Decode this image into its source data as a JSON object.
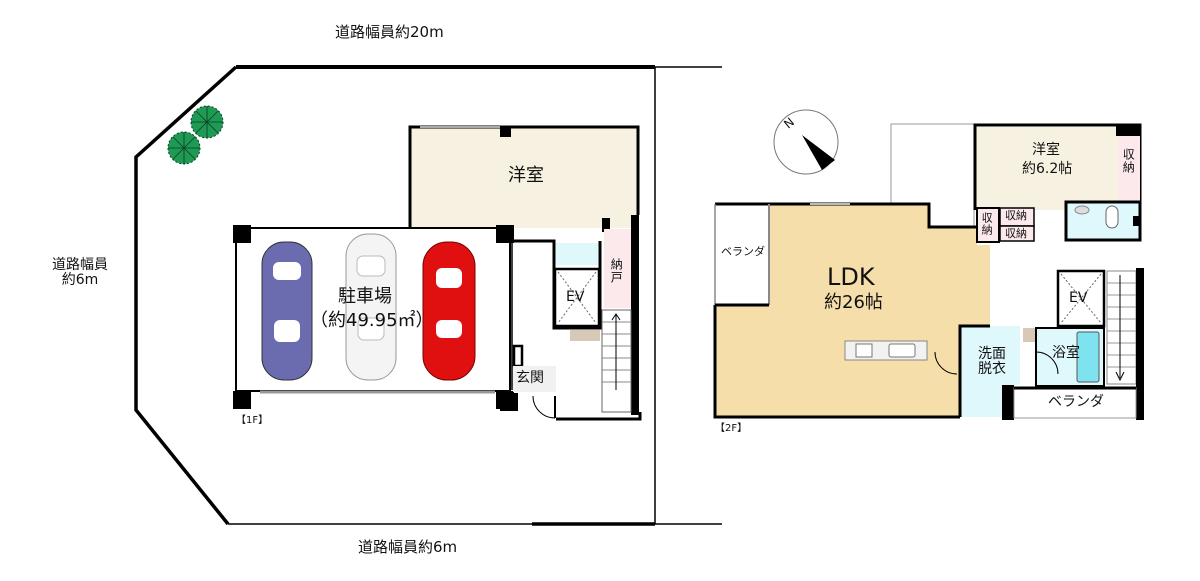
{
  "roads": {
    "top": "道路幅員約20m",
    "left_line1": "道路幅員",
    "left_line2": "約6m",
    "bottom": "道路幅員約6m"
  },
  "floor1": {
    "tag": "【1F】",
    "rooms": {
      "western_room": "洋室",
      "parking_title": "駐車場",
      "parking_area": "（約49.95㎡）",
      "storage_closet": "納戸",
      "elevator": "EV",
      "entrance": "玄関"
    },
    "cars": [
      {
        "color": "#6b6bb0",
        "name": "blue-car"
      },
      {
        "color": "#f2f2f2",
        "name": "white-car"
      },
      {
        "color": "#e01010",
        "name": "red-car"
      }
    ]
  },
  "floor2": {
    "tag": "【2F】",
    "compass_letter": "N",
    "rooms": {
      "ldk_title": "LDK",
      "ldk_size": "約26帖",
      "western_room": "洋室",
      "western_room_size": "約6.2帖",
      "storage_right": "収納",
      "storage_left": "収納",
      "storage_top": "収納",
      "storage_bottom": "収納",
      "veranda_left": "ベランダ",
      "veranda_bottom": "ベランダ",
      "washroom_line1": "洗面",
      "washroom_line2": "脱衣",
      "bathroom": "浴室",
      "elevator": "EV"
    }
  },
  "colors": {
    "western_room": "#f7f1e1",
    "ldk": "#f5deaa",
    "wet_area": "#dff8fb",
    "bathtub": "#7fe3ef",
    "storage": "#fbe9ec",
    "tree": "#1f9a55",
    "wall": "#000000"
  }
}
